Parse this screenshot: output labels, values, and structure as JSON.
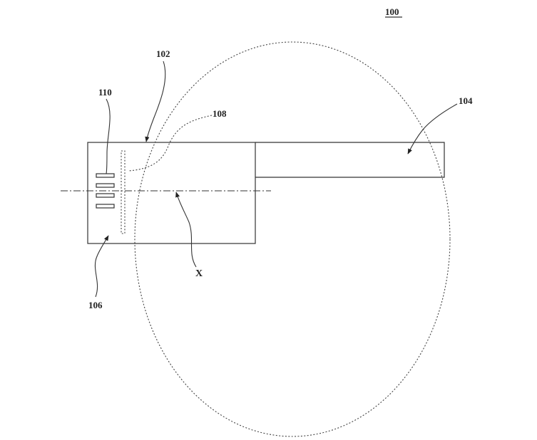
{
  "figure": {
    "number_label": "100",
    "labels": {
      "housing": "102",
      "arm": "104",
      "base": "106",
      "dotted_element": "108",
      "slots": "110",
      "axis": "X"
    }
  }
}
